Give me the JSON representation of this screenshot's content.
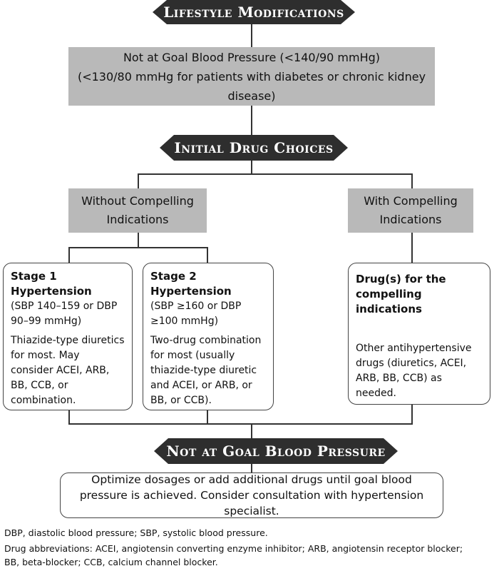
{
  "banners": {
    "lifestyle": "Lifestyle Modifications",
    "initial_drug": "Initial Drug Choices",
    "not_at_goal": "Not at Goal Blood Pressure"
  },
  "goal_box": {
    "line1": "Not at Goal Blood Pressure (<140/90 mmHg)",
    "line2": "(<130/80 mmHg for patients with diabetes or chronic kidney disease)"
  },
  "without_box": {
    "line1": "Without Compelling",
    "line2": "Indications"
  },
  "with_box": {
    "line1": "With Compelling",
    "line2": "Indications"
  },
  "stage1": {
    "title1": "Stage 1",
    "title2": "Hypertension",
    "criteria": "(SBP 140–159 or DBP 90–99 mmHg)",
    "text": "Thiazide-type diuretics for most. May consider ACEI, ARB, BB, CCB, or combination."
  },
  "stage2": {
    "title1": "Stage 2",
    "title2": "Hypertension",
    "criteria": "(SBP ≥160 or DBP ≥100 mmHg)",
    "text": "Two-drug combination for most (usually thiazide-type diuretic and ACEI, or ARB, or BB, or CCB)."
  },
  "compelling": {
    "title": "Drug(s) for the compelling indications",
    "text": "Other antihypertensive drugs (diuretics, ACEI, ARB, BB, CCB) as needed."
  },
  "optimize": {
    "text": "Optimize dosages or add additional drugs until goal blood pressure is achieved. Consider consultation with hypertension specialist."
  },
  "footnotes": {
    "line1": "DBP, diastolic blood pressure; SBP, systolic blood pressure.",
    "line2": "Drug abbreviations:  ACEI, angiotensin converting enzyme inhibitor; ARB, angiotensin receptor blocker;",
    "line3": "BB, beta-blocker; CCB, calcium channel blocker."
  }
}
